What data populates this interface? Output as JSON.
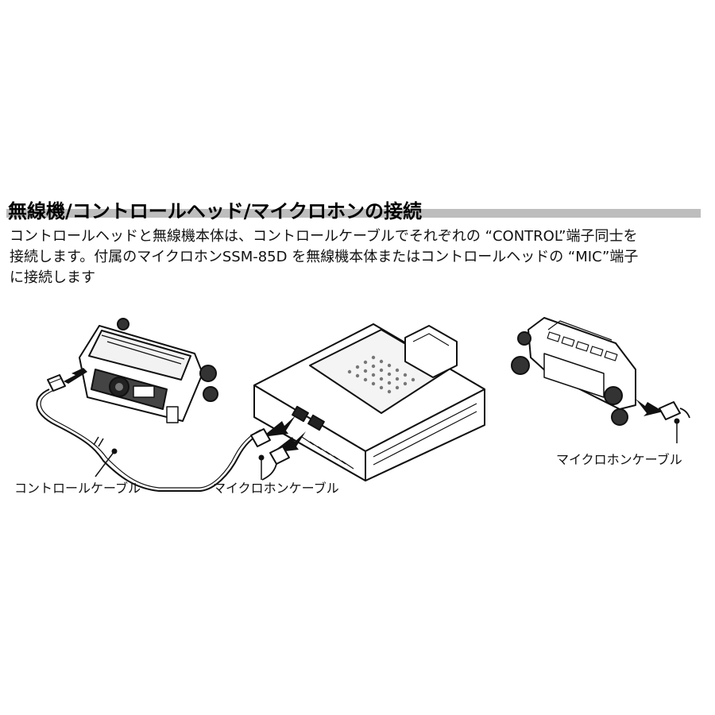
{
  "heading": "無線機/コントロールヘッド/マイクロホンの接続",
  "body_lines": [
    "コントロールヘッドと無線機本体は、コントロールケーブルでそれぞれの “CONTROL”端子同士を",
    "接続します。付属のマイクロホンSSM-85D を無線機本体またはコントロールヘッドの “MIC”端子",
    "に接続します"
  ],
  "labels": {
    "control_cable": "コントロールケーブル",
    "mic_cable_center": "マイクロホンケーブル",
    "mic_cable_right": "マイクロホンケーブル"
  }
}
